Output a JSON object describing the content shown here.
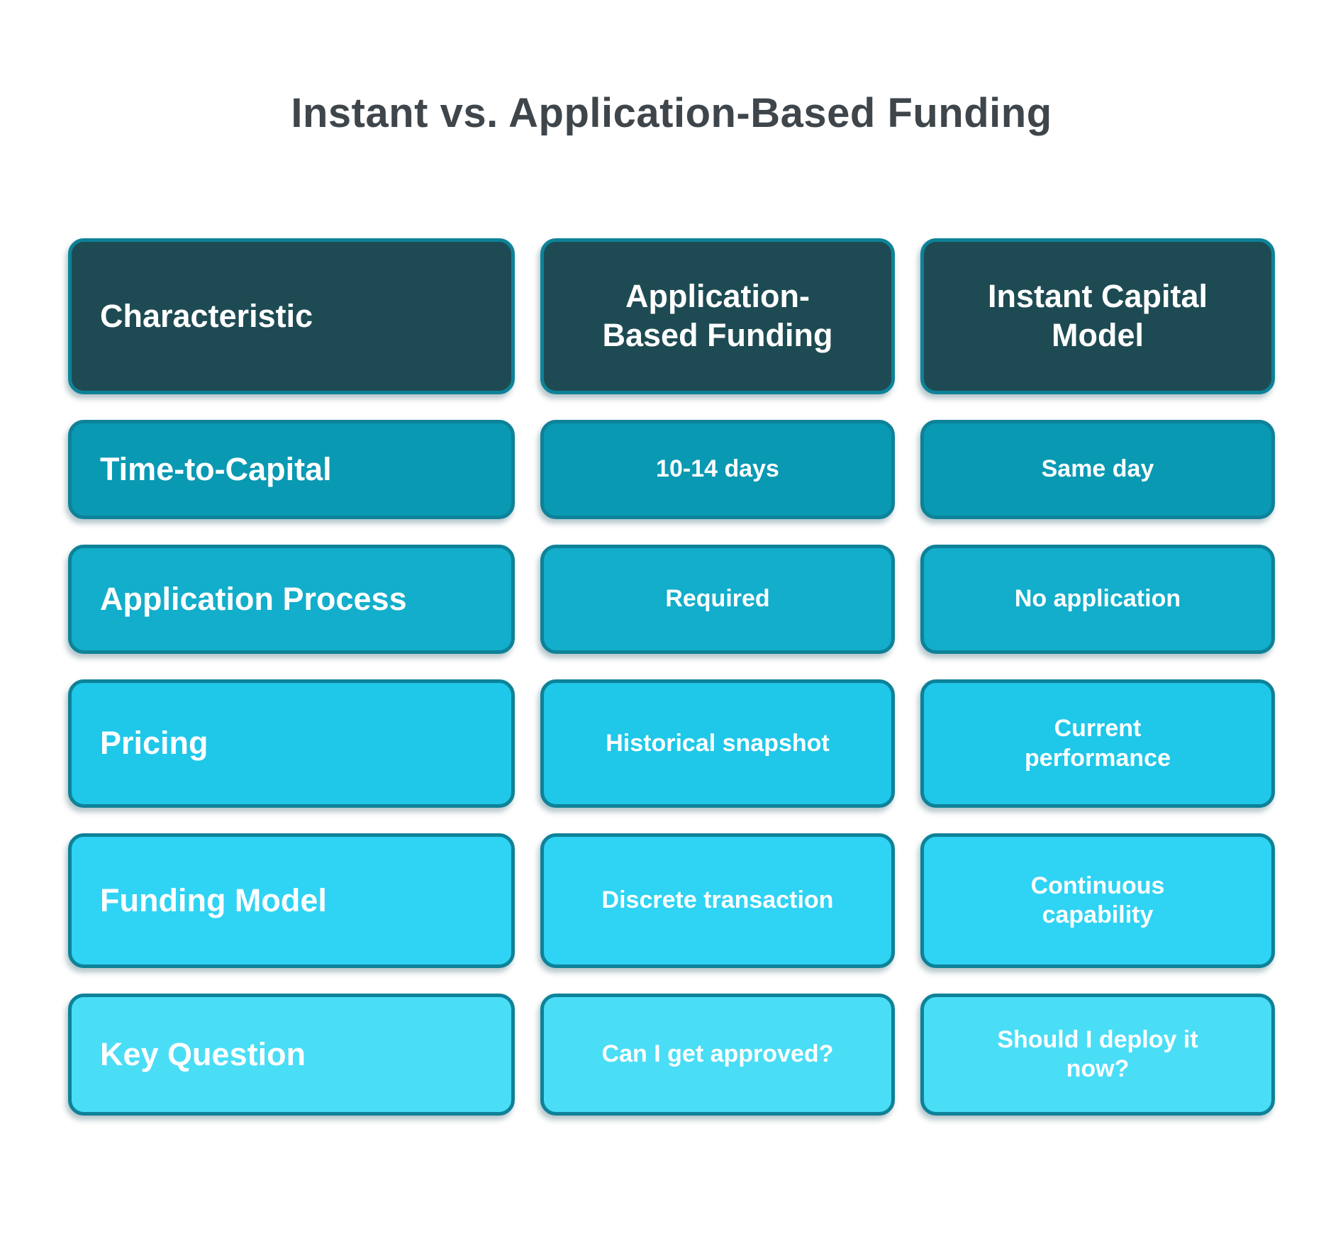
{
  "title": "Instant vs. Application-Based Funding",
  "header": {
    "characteristic": "Characteristic",
    "application_based": "Application-\nBased Funding",
    "instant_capital": "Instant Capital\nModel"
  },
  "rows": [
    {
      "label": "Time-to-Capital",
      "application_based": "10-14 days",
      "instant_capital": "Same day"
    },
    {
      "label": "Application Process",
      "application_based": "Required",
      "instant_capital": "No application"
    },
    {
      "label": "Pricing",
      "application_based": "Historical snapshot",
      "instant_capital": "Current\nperformance"
    },
    {
      "label": "Funding Model",
      "application_based": "Discrete transaction",
      "instant_capital": "Continuous\ncapability"
    },
    {
      "label": "Key Question",
      "application_based": "Can I get approved?",
      "instant_capital": "Should I deploy it\nnow?"
    }
  ],
  "colors": {
    "title_text": "#3F464B",
    "cell_text": "#FFFFFF",
    "card_border": "#0D8298",
    "row_fills": [
      "#1E4B53",
      "#0999B3",
      "#12AECB",
      "#1FC7E9",
      "#2FD3F3",
      "#4ADDF6"
    ]
  }
}
